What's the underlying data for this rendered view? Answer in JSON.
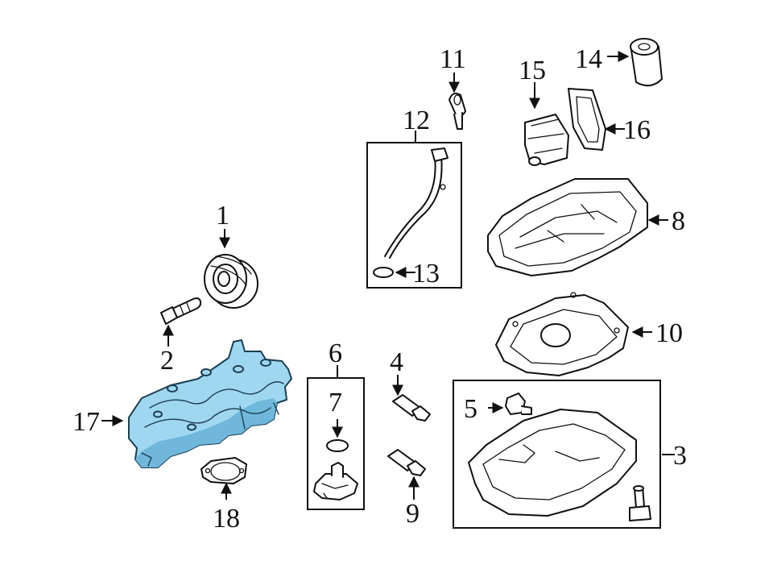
{
  "diagram": {
    "highlight_color": "#9fd7f0",
    "callouts": {
      "c1": "1",
      "c2": "2",
      "c3": "3",
      "c4": "4",
      "c5": "5",
      "c6": "6",
      "c7": "7",
      "c8": "8",
      "c9": "9",
      "c10": "10",
      "c11": "11",
      "c12": "12",
      "c13": "13",
      "c14": "14",
      "c15": "15",
      "c16": "16",
      "c17": "17",
      "c18": "18"
    }
  }
}
